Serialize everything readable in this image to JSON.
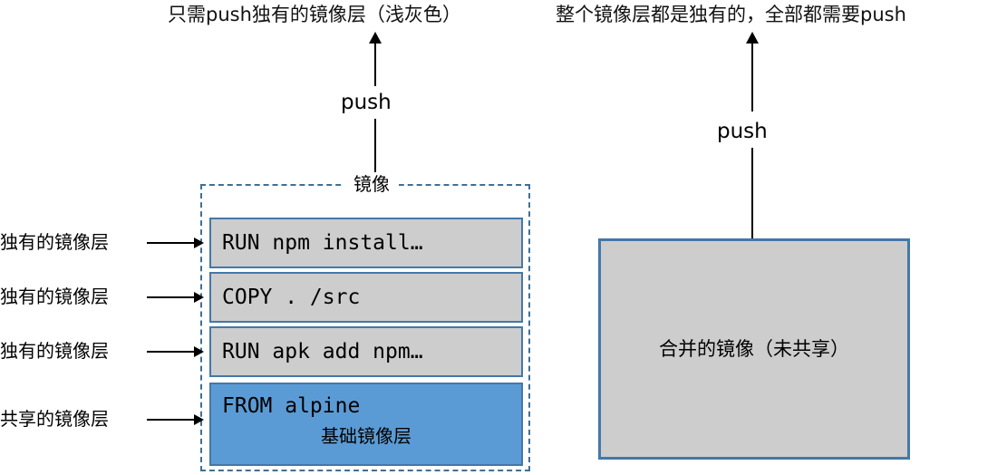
{
  "headers": {
    "left": "只需push独有的镜像层（浅灰色）",
    "right": "整个镜像层都是独有的，全部都需要push"
  },
  "push_arrows": {
    "left_label": "push",
    "right_label": "push"
  },
  "left_diagram": {
    "group_label": "镜像",
    "layers": [
      {
        "command": "RUN npm install…",
        "side_label": "独有的镜像层",
        "kind": "unique"
      },
      {
        "command": "COPY . /src",
        "side_label": "独有的镜像层",
        "kind": "unique"
      },
      {
        "command": "RUN apk add npm…",
        "side_label": "独有的镜像层",
        "kind": "unique"
      },
      {
        "command": "FROM alpine",
        "sub_label": "基础镜像层",
        "side_label": "共享的镜像层",
        "kind": "base"
      }
    ]
  },
  "right_diagram": {
    "box_label": "合并的镜像（未共享）"
  },
  "colors": {
    "unique_layer_fill": "#cdcdcd",
    "base_layer_fill": "#5b9bd5",
    "box_border": "#4478a8",
    "group_dashed_border": "#3f7095",
    "text": "#000000",
    "background": "#ffffff"
  }
}
